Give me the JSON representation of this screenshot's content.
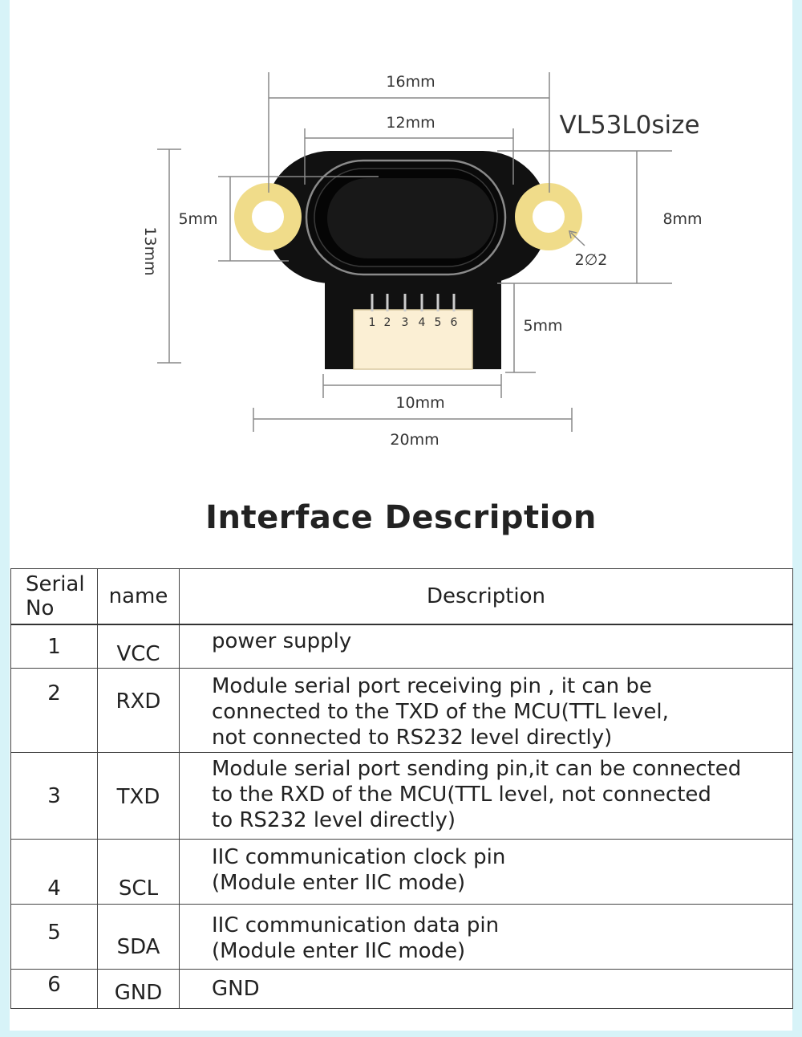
{
  "diagram": {
    "title": "VL53L0size",
    "dims": {
      "w16": "16mm",
      "w12": "12mm",
      "h13": "13mm",
      "h5_left": "5mm",
      "h8": "8mm",
      "hole": "2∅2",
      "h5_right": "5mm",
      "w10": "10mm",
      "w20": "20mm"
    },
    "pins": [
      "1",
      "2",
      "3",
      "4",
      "5",
      "6"
    ],
    "colors": {
      "board": "#111111",
      "pad": "#f0dc8a",
      "connector": "#fbefd4"
    }
  },
  "section": {
    "title": "Interface Description"
  },
  "table": {
    "headers": {
      "serial": "Serial No",
      "name": "name",
      "description": "Description"
    },
    "rows": [
      {
        "serial": "1",
        "name": "VCC",
        "desc": [
          "power supply"
        ]
      },
      {
        "serial": "2",
        "name": "RXD",
        "desc": [
          "Module serial port receiving pin , it can be",
          "connected to the TXD of the MCU(TTL level,",
          "not connected to RS232 level directly)"
        ]
      },
      {
        "serial": "3",
        "name": "TXD",
        "desc": [
          "Module serial port sending pin,it can be connected",
          "to the RXD of the MCU(TTL level, not connected",
          "to RS232 level directly)"
        ]
      },
      {
        "serial": "4",
        "name": "SCL",
        "desc": [
          "IIC communication clock pin",
          "(Module enter IIC mode)"
        ]
      },
      {
        "serial": "5",
        "name": "SDA",
        "desc": [
          "IIC communication data pin",
          "(Module enter IIC mode)"
        ]
      },
      {
        "serial": "6",
        "name": "GND",
        "desc": [
          "GND"
        ]
      }
    ]
  }
}
